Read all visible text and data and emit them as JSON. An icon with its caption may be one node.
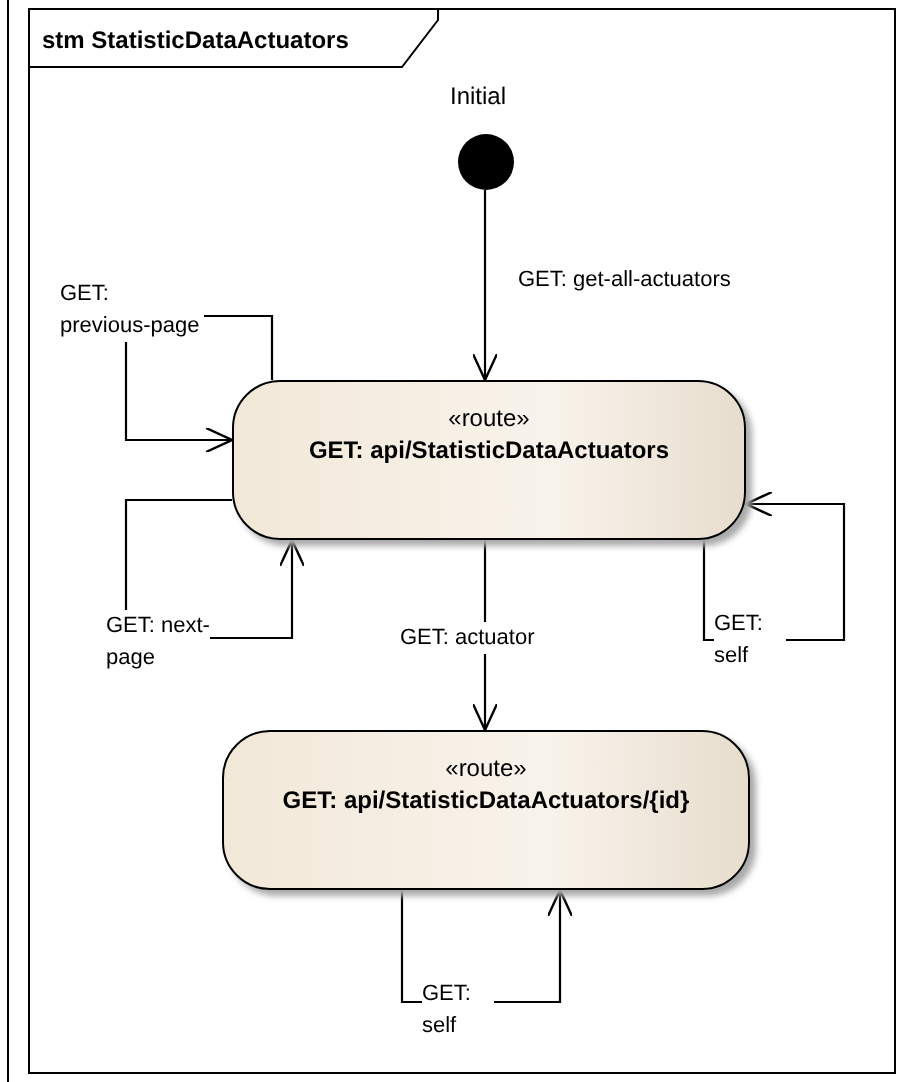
{
  "diagram": {
    "nodes": [
      {
        "text": [
          "stm StatisticDataActuators"
        ]
      },
      {
        "text": [],
        "shape": "circle",
        "beside": [
          "Initial"
        ],
        "in": 0
      },
      {
        "text": [
          "«route»",
          "GET: api/StatisticDataActuators"
        ],
        "in": 0
      },
      {
        "text": [
          "«route»",
          "GET: api/StatisticDataActuators/{id}"
        ],
        "in": 0
      }
    ],
    "edges": [
      {
        "from": 1,
        "to": 2,
        "arrow": "to",
        "label": "GET: get-all-actuators"
      },
      {
        "from": 2,
        "to": 2,
        "arrow": "to",
        "label": "GET: previous-page"
      },
      {
        "from": 2,
        "to": 2,
        "arrow": "to",
        "label": "GET: next-page"
      },
      {
        "from": 2,
        "to": 3,
        "arrow": "to",
        "label": "GET: actuator"
      },
      {
        "from": 2,
        "to": 2,
        "arrow": "to",
        "label": "GET: self"
      },
      {
        "from": 3,
        "to": 3,
        "arrow": "to",
        "label": "GET: self"
      }
    ]
  }
}
